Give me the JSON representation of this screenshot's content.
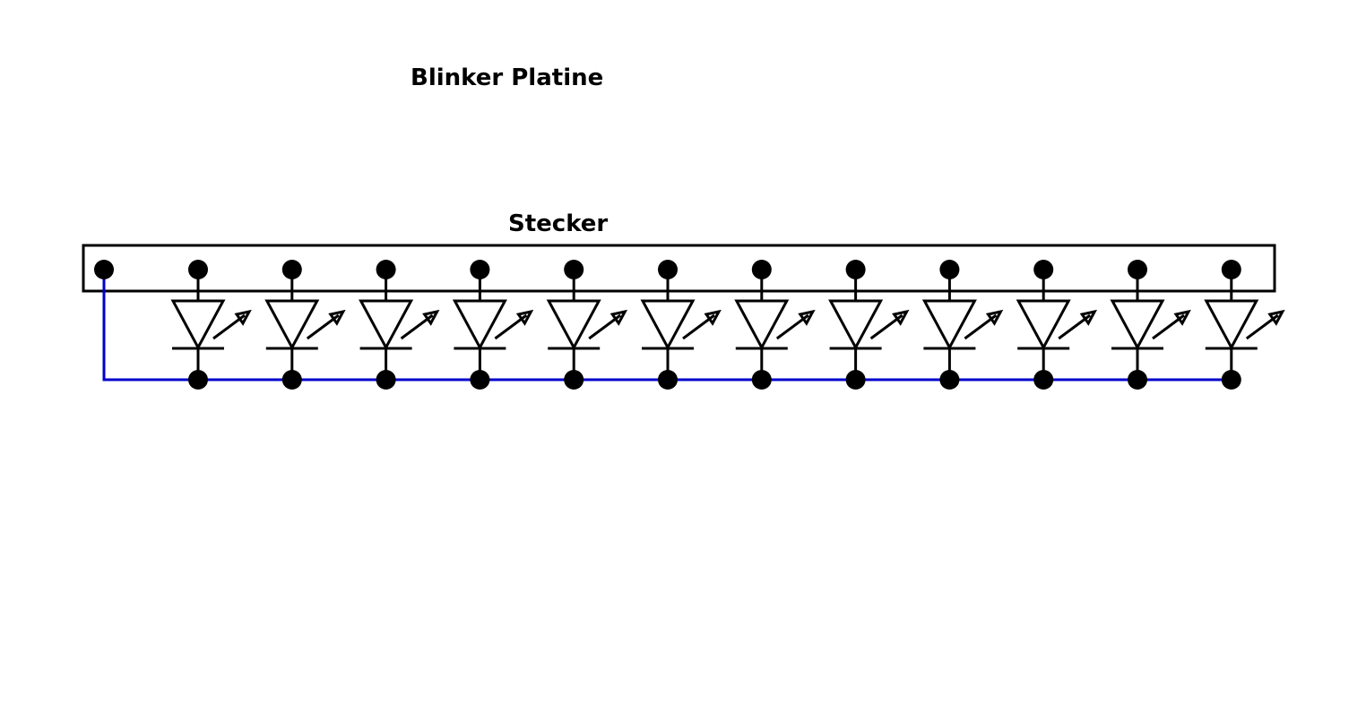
{
  "title": "Blinker Platine",
  "connector": {
    "label": "Stecker",
    "pin_count": 13
  },
  "led_count": 12,
  "colors": {
    "wire_color": "#0000cc",
    "line_color": "#000000",
    "background": "#ffffff"
  }
}
